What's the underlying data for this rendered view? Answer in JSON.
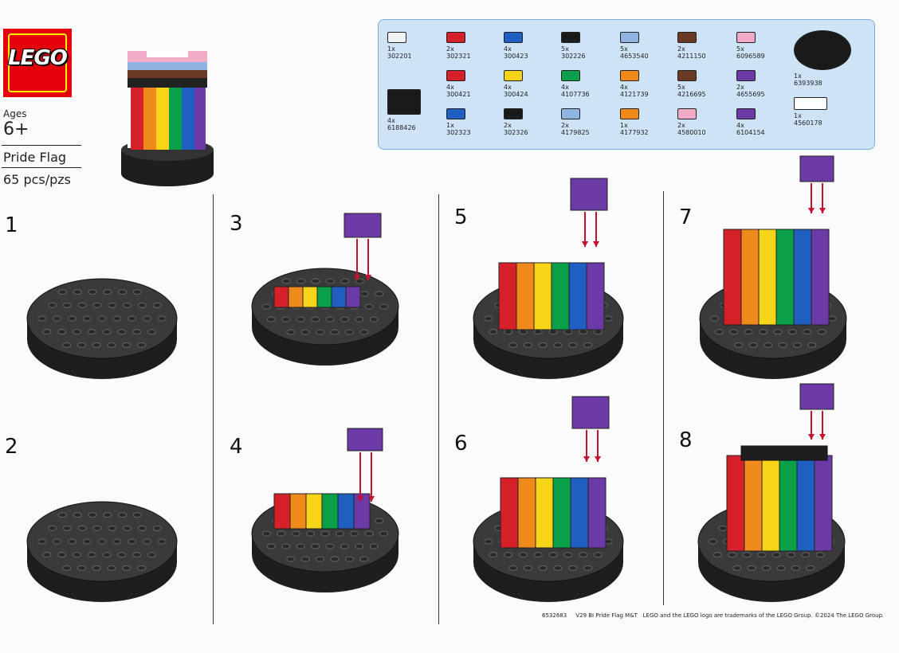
{
  "brand": {
    "logo_text": "LEGO"
  },
  "product": {
    "ages_label": "Ages",
    "ages_value": "6+",
    "name": "Pride Flag",
    "pieces": "65 pcs/pzs"
  },
  "parts": [
    {
      "qty": "1x",
      "id": "302201",
      "color": "#f2f2f2"
    },
    {
      "qty": "2x",
      "id": "302321",
      "color": "#d6202a"
    },
    {
      "qty": "4x",
      "id": "300423",
      "color": "#1f5fc2"
    },
    {
      "qty": "5x",
      "id": "302226",
      "color": "#1a1a1a"
    },
    {
      "qty": "5x",
      "id": "4653540",
      "color": "#8fb4e2"
    },
    {
      "qty": "2x",
      "id": "4211150",
      "color": "#6b3a26"
    },
    {
      "qty": "5x",
      "id": "6096589",
      "color": "#f3a9c8"
    },
    {
      "qty": "1x",
      "id": "6393938",
      "color": "#1a1a1a"
    },
    {
      "qty": "4x",
      "id": "300421",
      "color": "#d6202a"
    },
    {
      "qty": "4x",
      "id": "300424",
      "color": "#f7d417"
    },
    {
      "qty": "4x",
      "id": "4107736",
      "color": "#0aa04a"
    },
    {
      "qty": "4x",
      "id": "4121739",
      "color": "#f08a1d"
    },
    {
      "qty": "5x",
      "id": "4216695",
      "color": "#6b3a26"
    },
    {
      "qty": "2x",
      "id": "4655695",
      "color": "#6c3aa6"
    },
    {
      "qty": "4x",
      "id": "6188426",
      "color": "#1a1a1a"
    },
    {
      "qty": "1x",
      "id": "302323",
      "color": "#1f5fc2"
    },
    {
      "qty": "2x",
      "id": "302326",
      "color": "#1a1a1a"
    },
    {
      "qty": "2x",
      "id": "4179825",
      "color": "#8fb4e2"
    },
    {
      "qty": "1x",
      "id": "4177932",
      "color": "#f08a1d"
    },
    {
      "qty": "2x",
      "id": "4580010",
      "color": "#f3a9c8"
    },
    {
      "qty": "4x",
      "id": "6104154",
      "color": "#6c3aa6"
    },
    {
      "qty": "1x",
      "id": "4560178",
      "color": "#ffffff"
    }
  ],
  "steps": [
    "1",
    "2",
    "3",
    "4",
    "5",
    "6",
    "7",
    "8"
  ],
  "footer": {
    "code": "6532683",
    "version": "V29 BI Pride Flag M&T",
    "trademark": "LEGO and the LEGO logo are trademarks of the LEGO Group. ©2024 The LEGO Group."
  },
  "colors": {
    "red": "#d6202a",
    "orange": "#f08a1d",
    "yellow": "#f7d417",
    "green": "#0aa04a",
    "blue": "#1f5fc2",
    "purple": "#6c3aa6",
    "black": "#1e1e1e",
    "arrow": "#c8102e"
  }
}
